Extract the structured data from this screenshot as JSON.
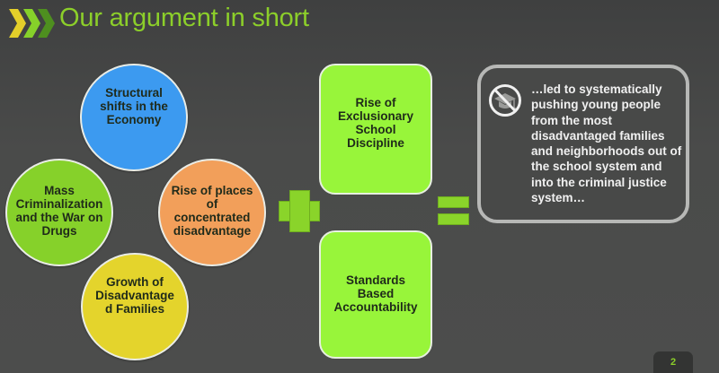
{
  "slide": {
    "title": "Our argument in short",
    "page_number": "2",
    "accent_color": "#8ccf2a"
  },
  "circles": [
    {
      "label": "Structural shifts in the Economy",
      "color": "#3c9af0"
    },
    {
      "label": "Mass Criminalization and the War on Drugs",
      "color": "#86d12a"
    },
    {
      "label": "Rise of places of concentrated disadvantage",
      "color": "#f29f5a"
    },
    {
      "label": "Growth of Disadvantage d Families",
      "color": "#e4d42c"
    }
  ],
  "boxes": [
    {
      "label": "Rise of Exclusionary School Discipline"
    },
    {
      "label": "Standards Based Accountability"
    }
  ],
  "operators": {
    "plus": "plus-icon",
    "equals": "equals-icon"
  },
  "result": {
    "icon": "no-graduation-cap-icon",
    "text": "…led to systematically pushing young people from the most disadvantaged families and neighborhoods out of the school system and into the criminal justice system…"
  }
}
